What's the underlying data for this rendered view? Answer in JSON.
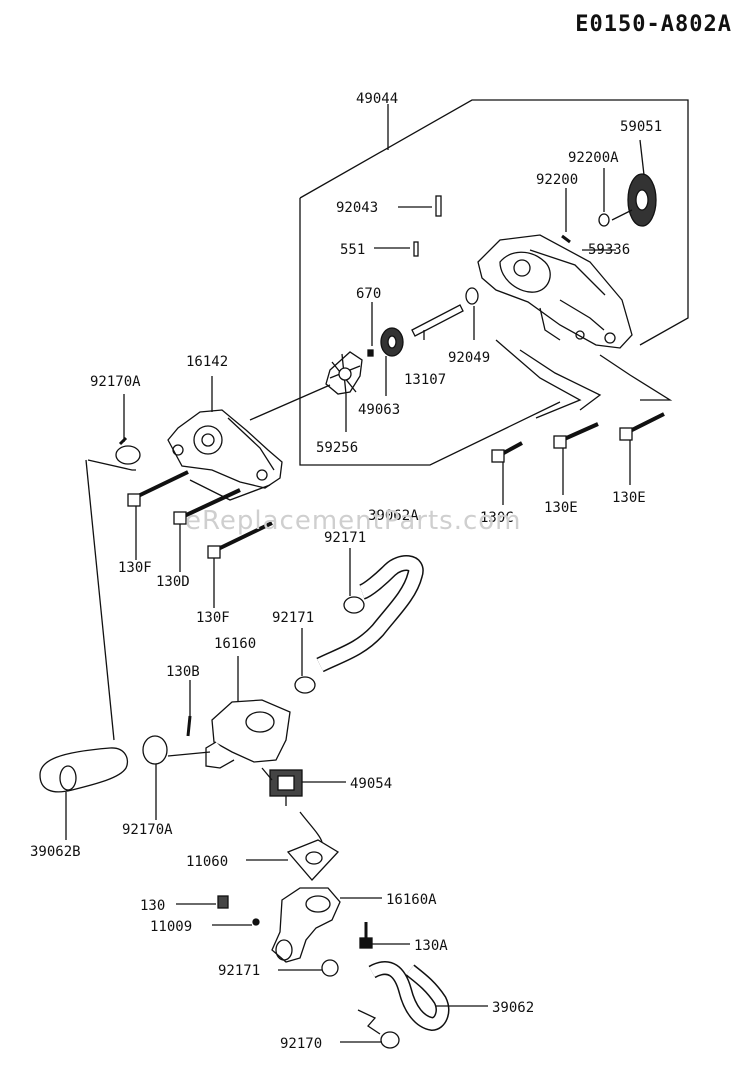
{
  "diagram_code": "E0150-A802A",
  "watermark": "eReplacementParts.com",
  "parts": {
    "p49044": "49044",
    "p59051": "59051",
    "p92200A": "92200A",
    "p92200": "92200",
    "p92043": "92043",
    "p59336": "59336",
    "p551": "551",
    "p670": "670",
    "p92049": "92049",
    "p13107": "13107",
    "p49063": "49063",
    "p59256": "59256",
    "p16142": "16142",
    "p92170A_top": "92170A",
    "p130C": "130C",
    "p130E_1": "130E",
    "p130E_2": "130E",
    "p130F_1": "130F",
    "p130D": "130D",
    "p130F_2": "130F",
    "p39062A": "39062A",
    "p92171_1": "92171",
    "p92171_2": "92171",
    "p16160": "16160",
    "p130B": "130B",
    "p49054": "49054",
    "p39062B": "39062B",
    "p92170A_bottom": "92170A",
    "p11060": "11060",
    "p130": "130",
    "p16160A": "16160A",
    "p11009": "11009",
    "p130A": "130A",
    "p92171_3": "92171",
    "p39062": "39062",
    "p92170": "92170"
  }
}
